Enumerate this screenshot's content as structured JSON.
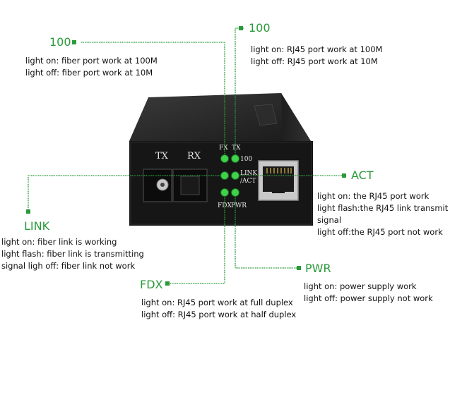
{
  "colors": {
    "accent_green": "#2a9a3a",
    "led_green": "#3fd24a",
    "device_body": "#1c1c1c",
    "text": "#111111"
  },
  "indicators": {
    "fiber_100": {
      "heading": "100",
      "lines": [
        "light on: fiber port work at 100M",
        "light off: fiber port work at 10M"
      ]
    },
    "rj45_100": {
      "heading": "100",
      "lines": [
        "light on: RJ45 port work at 100M",
        "light off: RJ45 port work at 10M"
      ]
    },
    "act": {
      "heading": "ACT",
      "lines": [
        "light on: the RJ45 port work",
        "light flash:the RJ45 link transmit",
        "signal",
        "light off:the RJ45 port not work"
      ]
    },
    "link": {
      "heading": "LINK",
      "lines": [
        "light on:   fiber link is working",
        "light flash: fiber link is transmitting",
        "signal ligh off:  fiber link not work"
      ]
    },
    "pwr": {
      "heading": "PWR",
      "lines": [
        "light on:  power supply work",
        "light off:  power supply not work"
      ]
    },
    "fdx": {
      "heading": "FDX",
      "lines": [
        "light on: RJ45 port work at full duplex",
        "light off: RJ45 port work at half duplex"
      ]
    }
  },
  "device_labels": {
    "tx": "TX",
    "rx": "RX",
    "led_fx": "FX",
    "led_tx": "TX",
    "led_100": "100",
    "led_link": "LINK",
    "led_act": "/ACT",
    "led_fdx": "FDX",
    "led_pwr": "PWR"
  }
}
